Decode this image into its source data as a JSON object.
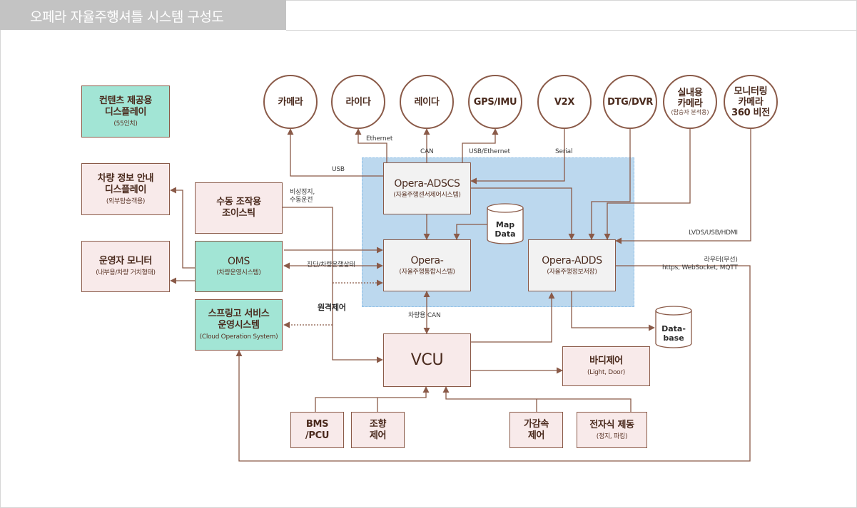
{
  "title": "오페라 자율주행셔틀 시스템 구성도",
  "sensors": [
    {
      "id": "camera",
      "label": "카메라",
      "sub": ""
    },
    {
      "id": "lidar",
      "label": "라이다",
      "sub": ""
    },
    {
      "id": "radar",
      "label": "레이다",
      "sub": ""
    },
    {
      "id": "gps",
      "label": "GPS/IMU",
      "sub": ""
    },
    {
      "id": "v2x",
      "label": "V2X",
      "sub": ""
    },
    {
      "id": "dtg",
      "label": "DTG/DVR",
      "sub": ""
    },
    {
      "id": "indoor-camera",
      "label": "실내용\n카메라",
      "sub": "(탑승자 분석용)"
    },
    {
      "id": "monitoring-camera",
      "label": "모니터링\n카메라\n360 비전",
      "sub": ""
    }
  ],
  "boxes": {
    "contents_display": {
      "title": "컨텐츠 제공용\n디스플레이",
      "sub": "(55인치)"
    },
    "vehicle_info_display": {
      "title": "차량 정보 안내\n디스플레이",
      "sub": "(외부탑승객용)"
    },
    "operator_monitor": {
      "title": "운영자 모니터",
      "sub": "(내부용/차량 거치형태)"
    },
    "joystick": {
      "title": "수동 조작용\n조이스틱",
      "sub": ""
    },
    "oms": {
      "title": "OMS",
      "sub": "(차량운영시스템)"
    },
    "spring_service": {
      "title": "스프링고 서비스\n운영시스템",
      "sub": "(Cloud Operation System)"
    },
    "adscs": {
      "title": "Opera-ADSCS",
      "sub": "(자율주행센서제어시스템)"
    },
    "opera": {
      "title": "Opera-",
      "sub": "(자율주행통합시스템)"
    },
    "adds": {
      "title": "Opera-ADDS",
      "sub": "(자율주행정보저장)"
    },
    "vcu": {
      "title": "VCU",
      "sub": ""
    },
    "body_control": {
      "title": "바디제어",
      "sub": "(Light, Door)"
    },
    "bms": {
      "title": "BMS\n/PCU",
      "sub": ""
    },
    "steering": {
      "title": "조향\n제어",
      "sub": ""
    },
    "accel": {
      "title": "가감속\n제어",
      "sub": ""
    },
    "ebrake": {
      "title": "전자식 제동",
      "sub": "(정지, 파킹)"
    }
  },
  "databases": {
    "map": "Map\nData",
    "db": "Data-\nbase"
  },
  "connection_labels": {
    "usb": "USB",
    "ethernet": "Ethernet",
    "can": "CAN",
    "usb_ethernet": "USB/Ethernet",
    "serial": "Serial",
    "emergency": "비상정지,\n수동운전",
    "diagnosis": "진단/차량운행상태",
    "remote": "원격제어",
    "vehicle_can": "차량용 CAN",
    "lvds": "LVDS/USB/HDMI",
    "router": "라우터(무선)\nhttps, WebSocket, MQTT"
  },
  "colors": {
    "header_bg": "#c3c3c3",
    "zone_bg": "#bcd8ee",
    "module_pink": "#f8eaea",
    "module_green": "#a2e5d5",
    "module_grey": "#f2f2f2",
    "line": "#8a5a48"
  }
}
